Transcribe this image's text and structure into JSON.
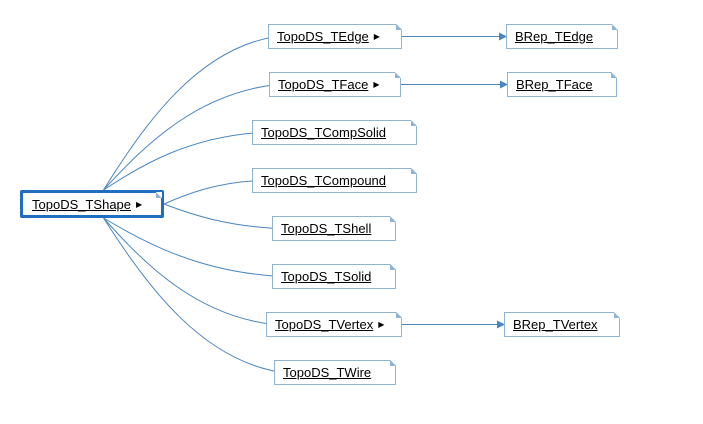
{
  "colors": {
    "edge": "#4a86c0",
    "node_border": "#8fb4d4",
    "root_border": "#1f6fc1"
  },
  "icons": {
    "expand": "triangle-right-icon"
  },
  "nodes": [
    {
      "id": "tshape",
      "label": "TopoDS_TShape",
      "arrow": "▶"
    },
    {
      "id": "tedge",
      "label": "TopoDS_TEdge",
      "arrow": "▶"
    },
    {
      "id": "tface",
      "label": "TopoDS_TFace",
      "arrow": "▶"
    },
    {
      "id": "tcompsolid",
      "label": "TopoDS_TCompSolid"
    },
    {
      "id": "tcompound",
      "label": "TopoDS_TCompound"
    },
    {
      "id": "tshell",
      "label": "TopoDS_TShell"
    },
    {
      "id": "tsolid",
      "label": "TopoDS_TSolid"
    },
    {
      "id": "tvertex",
      "label": "TopoDS_TVertex",
      "arrow": "▶"
    },
    {
      "id": "twire",
      "label": "TopoDS_TWire"
    },
    {
      "id": "brep_tedge",
      "label": "BRep_TEdge"
    },
    {
      "id": "brep_tface",
      "label": "BRep_TFace"
    },
    {
      "id": "brep_tvertex",
      "label": "BRep_TVertex"
    }
  ],
  "edges": [
    {
      "from": "tshape",
      "to": "tedge"
    },
    {
      "from": "tshape",
      "to": "tface"
    },
    {
      "from": "tshape",
      "to": "tcompsolid"
    },
    {
      "from": "tshape",
      "to": "tcompound"
    },
    {
      "from": "tshape",
      "to": "tshell"
    },
    {
      "from": "tshape",
      "to": "tsolid"
    },
    {
      "from": "tshape",
      "to": "tvertex"
    },
    {
      "from": "tshape",
      "to": "twire"
    },
    {
      "from": "tedge",
      "to": "brep_tedge"
    },
    {
      "from": "tface",
      "to": "brep_tface"
    },
    {
      "from": "tvertex",
      "to": "brep_tvertex"
    }
  ]
}
